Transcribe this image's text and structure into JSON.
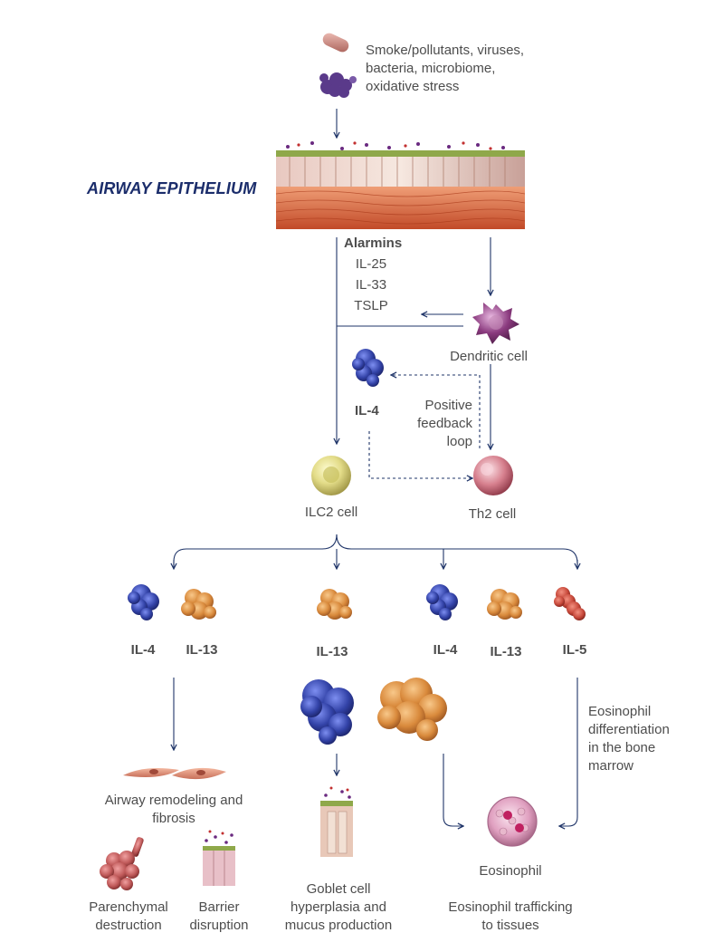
{
  "colors": {
    "arrow": "#1f3468",
    "title": "#1b2d6b",
    "text": "#4d4d4d",
    "il4_protein": "#3343a8",
    "il13_protein": "#d98a3c",
    "il5_protein": "#c84a3c",
    "tissue_red": "#d4623c",
    "epithelium_green": "#8fa84a",
    "dendritic_purple": "#6b2a60",
    "ilc2_yellow": "#d6cf6e",
    "th2_pink": "#d67f8d",
    "eosinophil_pink": "#e0a0c0"
  },
  "triggers": {
    "line1": "Smoke/pollutants, viruses,",
    "line2": "bacteria, microbiome,",
    "line3": "oxidative stress"
  },
  "epithelium": {
    "title": "AIRWAY EPITHELIUM"
  },
  "alarmins": {
    "heading": "Alarmins",
    "items": [
      "IL-25",
      "IL-33",
      "TSLP"
    ]
  },
  "cells": {
    "dendritic": "Dendritic cell",
    "ilc2": "ILC2 cell",
    "th2": "Th2 cell",
    "eosinophil": "Eosinophil"
  },
  "feedback": {
    "il4": "IL-4",
    "line1": "Positive",
    "line2": "feedback",
    "line3": "loop"
  },
  "cytokines": {
    "group1_a": "IL-4",
    "group1_b": "IL-13",
    "group2": "IL-13",
    "group3_a": "IL-4",
    "group3_b": "IL-13",
    "group4": "IL-5"
  },
  "outcomes": {
    "remodeling_1": "Airway remodeling and",
    "remodeling_2": "fibrosis",
    "parenchymal_1": "Parenchymal",
    "parenchymal_2": "destruction",
    "barrier_1": "Barrier",
    "barrier_2": "disruption",
    "goblet_1": "Goblet cell",
    "goblet_2": "hyperplasia and",
    "goblet_3": "mucus production",
    "eos_diff_1": "Eosinophil",
    "eos_diff_2": "differentiation",
    "eos_diff_3": "in the bone",
    "eos_diff_4": "marrow",
    "trafficking_1": "Eosinophil trafficking",
    "trafficking_2": "to tissues"
  },
  "icons": [
    "smoke-particle-icon",
    "virus-cluster-icon",
    "il4-protein-icon",
    "il13-protein-icon",
    "il5-protein-icon",
    "lung-parenchyma-icon"
  ]
}
